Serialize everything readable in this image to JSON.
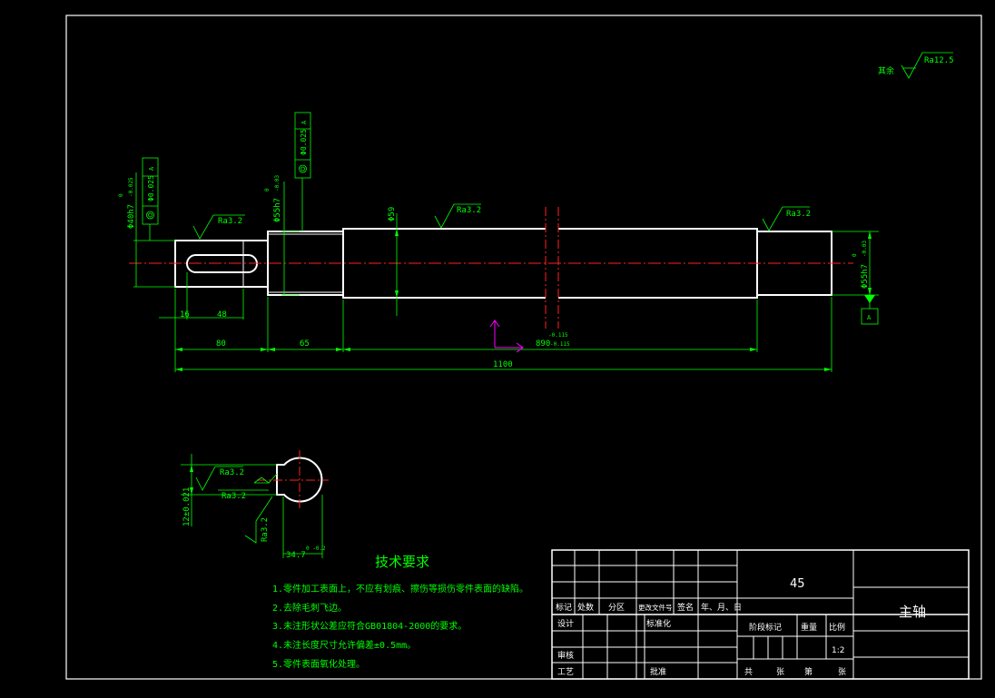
{
  "colors": {
    "background": "#000000",
    "outline": "#ffffff",
    "dimension": "#00ff00",
    "centerline": "#ff2020",
    "ucs": "#ff00ff"
  },
  "roughness": {
    "other_label": "其余",
    "other_value": "Ra12.5",
    "main1": "Ra3.2",
    "main2": "Ra3.2",
    "main3": "Ra3.2",
    "sec1": "Ra3.2",
    "sec2": "Ra3.2",
    "sec3": "Ra3.2"
  },
  "tolerance": {
    "frame1_value": "Φ0.025",
    "frame1_datum": "A",
    "frame2_value": "Φ0.025",
    "frame2_datum": "A",
    "datum_label": "A"
  },
  "dimensions": {
    "dia_left_end": "Φ40h7",
    "dia_left_end_upper": "0",
    "dia_left_end_lower": "-0.025",
    "dia_journal_left": "Φ55h7",
    "dia_journal_left_upper": "0",
    "dia_journal_left_lower": "-0.03",
    "dia_middle": "Φ59",
    "dia_journal_right": "Φ55h7",
    "dia_journal_right_upper": "0",
    "dia_journal_right_lower": "-0.03",
    "keyway_offset": "16",
    "keyway_length": "48",
    "len_step1": "80",
    "len_step2": "65",
    "len_middle": "890",
    "len_middle_tol": "-0.115",
    "len_middle_tol_upper": "-0.115",
    "len_total": "1100",
    "section_height": "12±0.021",
    "section_depth": "34.7",
    "section_depth_tol": "0 -0.2"
  },
  "notes": {
    "title": "技术要求",
    "items": [
      "1.零件加工表面上，不应有划痕、擦伤等损伤零件表面的缺陷。",
      "2.去除毛刺飞边。",
      "3.未注形状公差应符合GB01804-2000的要求。",
      "4.未注长度尺寸允许偏差±0.5mm。",
      "5.零件表面氧化处理。"
    ]
  },
  "title_block": {
    "material": "45",
    "part_name": "主轴",
    "headers": [
      "标记",
      "处数",
      "分区",
      "更改文件号",
      "签名",
      "年、月、日"
    ],
    "design": "设计",
    "standardization": "标准化",
    "review": "审核",
    "process": "工艺",
    "approve": "批准",
    "stage_mark": "阶段标记",
    "weight": "重量",
    "scale": "比例",
    "scale_value": "1:2",
    "sheets_total": "共",
    "sheets_unit": "张",
    "sheet_no": "第",
    "sheet_unit2": "张"
  }
}
